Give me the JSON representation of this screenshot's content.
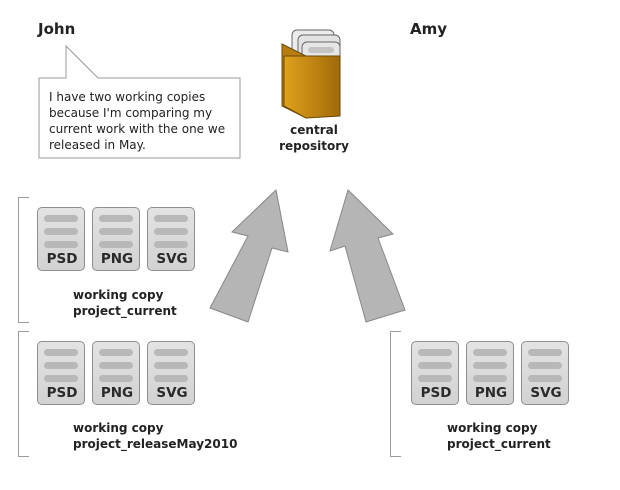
{
  "people": {
    "john": "John",
    "amy": "Amy"
  },
  "bubble": {
    "text": "I have two working copies because I'm comparing my current work with the one we released in May."
  },
  "repository": {
    "line1": "central",
    "line2": "repository",
    "colors": {
      "body": "#c98a12",
      "pages": "#e6e6e6",
      "outline": "#555555"
    }
  },
  "copies": [
    {
      "files": [
        "PSD",
        "PNG",
        "SVG"
      ],
      "caption_line1": "working copy",
      "caption_line2": "project_current"
    },
    {
      "files": [
        "PSD",
        "PNG",
        "SVG"
      ],
      "caption_line1": "working copy",
      "caption_line2": "project_releaseMay2010"
    },
    {
      "files": [
        "PSD",
        "PNG",
        "SVG"
      ],
      "caption_line1": "working copy",
      "caption_line2": "project_current"
    }
  ],
  "arrow_color": "#b5b5b5"
}
